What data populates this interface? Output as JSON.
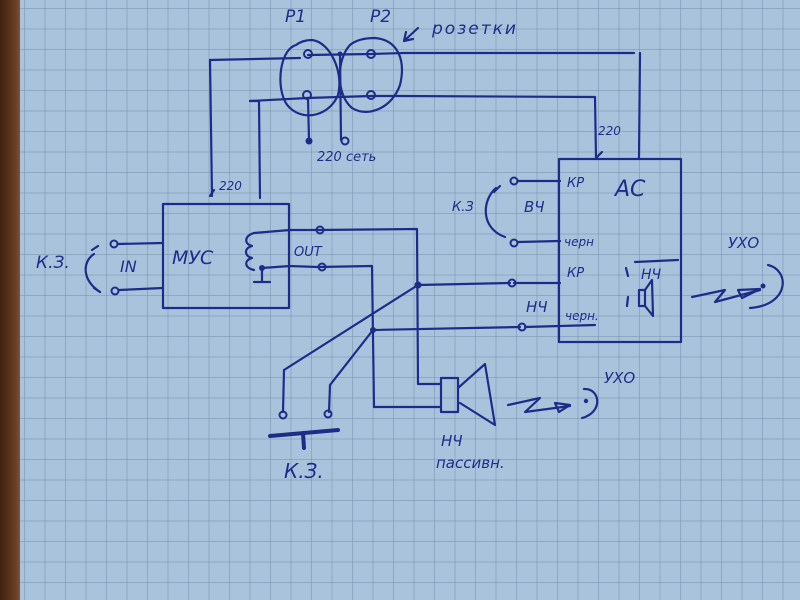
{
  "diagram": {
    "title_labels": {
      "socket1": "P1",
      "socket2": "P2",
      "sockets_caption": "розетки",
      "mains": "220 сеть"
    },
    "power_labels": {
      "amp_power": "220",
      "speaker_power": "220"
    },
    "amplifier": {
      "name": "МУС",
      "input_label": "IN",
      "output_label": "OUT",
      "short_label": "К.З."
    },
    "active_speaker": {
      "name": "АС",
      "hf_section": "ВЧ",
      "lf_section": "НЧ",
      "hf_red": "КР",
      "hf_black": "черн",
      "lf_red": "КР",
      "lf_black": "черн.",
      "driver_label": "НЧ",
      "short_label": "К.З"
    },
    "passive_speaker": {
      "line1": "НЧ",
      "line2": "пассивн."
    },
    "short_switch_label": "К.З.",
    "ear_label_right": "УХО",
    "ear_label_bottom": "УХО"
  },
  "colors": {
    "ink": "#1d2c88",
    "paper": "#aac3dc",
    "desk": "#5a3420"
  }
}
